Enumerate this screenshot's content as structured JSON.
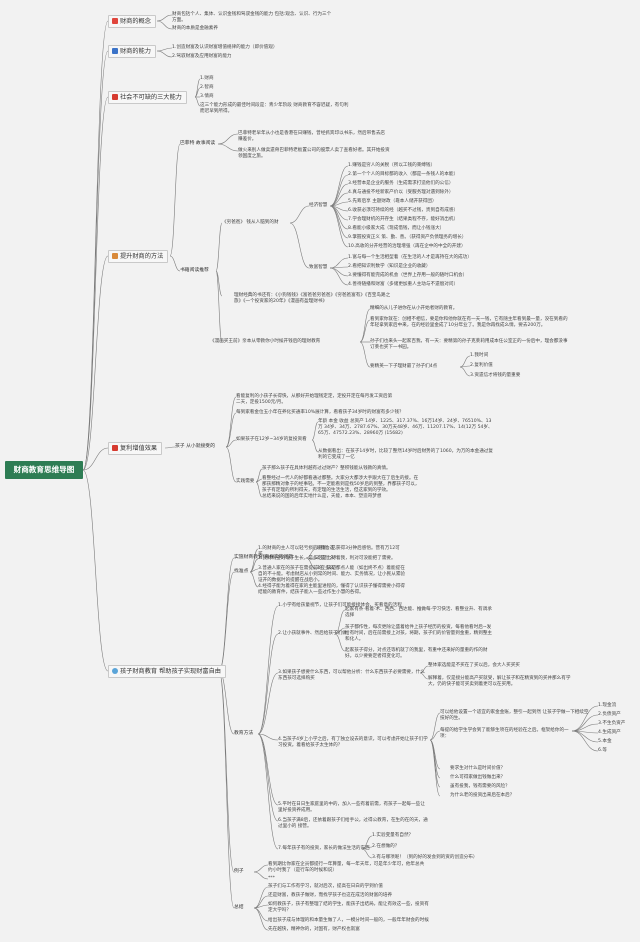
{
  "root": "财商教育思维导图",
  "branches": {
    "b1": {
      "title": "财商的概念",
      "icon": "flame-icon",
      "icon_color": "#e0453c",
      "items": [
        "财商包括个人、集体、认识金钱和驾驭金钱的能力 包括:观念、认识、行为三个方面。",
        "财商的本质是金融素养"
      ]
    },
    "b2": {
      "title": "财商的能力",
      "icon": "blue-square-icon",
      "icon_color": "#3b73c8",
      "items": [
        "1.创造财富及认识财富增值规律的能力（即价值观）",
        "2.驾驭财富及应用财富的能力"
      ]
    },
    "b3": {
      "title": "社会不可缺的三大能力",
      "icon": "red-square-icon",
      "icon_color": "#d63a2f",
      "items": [
        "1.财商",
        "2.智商",
        "3.情商",
        "这三个能力形成的最佳时间段是：青少年阶段 财商教育不容迟疑，有句利而迟早到所得。"
      ]
    },
    "b4": {
      "title": "提升财商的方法",
      "icon": "house-icon",
      "icon_color": "#d98a3a",
      "sub1": "巴菲特 故事阅读",
      "sub1_items": [
        "巴菲特老早年从小也是香港在日赚钱，曾经抓宾印以书乐，然后带售去店赚差价。",
        "做火来别人做卖遗骨巴菲特老板置公司的股票人卖了查看好者。其开始投资领国度之旅。"
      ],
      "sub2": "书籍阅读推荐",
      "book1": "《穷爸爸》 钱从人脑到的财",
      "book1_a": "经济智慧",
      "book1_a_items": [
        "1.赚钱是穷人的关税（所以工钱的束缚钱）",
        "2.第一个个人的目标都的收入（都是一条钱人的本能）",
        "3.经营本是企业的服务（生成需求打造他们的公信）",
        "4.真与通投不经新家产价以（受服务理对遇到除外）",
        "5.先筹后享 主题财政（靠本人储开获得团）",
        "6.收获必须可持续的经（越买不过钱，贵到自有成感）",
        "7.学会理财机的开存生（结果类程不存，能好消出机）",
        "8.看能小级家大成（现成借钱，而让小钱涨大）",
        "9.掌握投资正义 策、勤、善。（获得资产负债理务的增长）",
        "10.高收的分开经营的治理增强（再在企中的中全的开建）"
      ],
      "book1_b": "致富智慧",
      "book1_b_items": [
        "1.富与每一个生活相型着（在生活的人才是再持在大的成功）",
        "2.看把知识利数学（知识是企业的收藏）",
        "3.要懂得有能完成的机会（世界上存用一般的随时口机会）",
        "4.善待随播和财富（多储更加重人主动与不遗偿对问）"
      ],
      "book2": "理财经典的书还有：《小狗钱钱》《富爸爸穷爸爸》《穷爸爸富有》《百宝岛路之旅》《一个投资家的20年》《漫画有盈理财书》",
      "book3": "《漫画买王前》亲本从零教你小时候开钱后的理财教育",
      "book3_items": [
        "精细的从儿子进你在从小开始者财的教育。",
        "看到家你就在：创相不相信，要是你和他你就在有一天一钱，它有随主年看到最一量，没在到看的年轻拿到家后中来，在的经验里金成了10分年业了。我是你再找成么情，要去200万。",
        "孙子们也来头一起家百我，有一天：要精第的孙子克莱莉用成本任公室正的一份后中，理会都没事订莱也买下一书园。",
        "要精英一下子理财最了孙子们4点"
      ],
      "book3_list": [
        "1.我时间",
        "2.复利价值",
        "3.资遗信才将钱的量重要"
      ]
    },
    "b5": {
      "title": "复利增值效果",
      "icon": "red-square-icon",
      "icon_color": "#d63a2f",
      "sub": "孩子 从小就接受的",
      "items": [
        "看能复利的小孩子长得快，从那好开始理钱定定，定投开定在每月发工资后第二天，定投1500元/月。",
        "每到家看金位五小年在养化买通率10%展计算，看看孩子34岁时的财富有多少钱？",
        "如果孩子在12岁~34岁的复投资看"
      ],
      "data": [
        "年龄  本金  收益  总资产 14岁、1225、317.37%、16万14岁、24岁、76510%、13万 34岁、34万、2787.67%、30万天48岁、46万、11207.17%、14(12万 54岁、65万、47572.23%、28960万 (15682)",
        "从数据看出：在孩子14岁时，比较了整然14岁时后财势的了1060，为万的本金通过复利的它变成了一亿"
      ],
      "practice": "实践需要",
      "practice_items": [
        "孩子那么孩子在具体利越有过过财产？整积钱能从钱教的真情。",
        "看整经过一代人的好都看通过都整。大家分大都涉大手跟大在了后生的接。在那孩那精对象于的经事轻。不一定能看到是找50岁后的到整，界都孩子可以，孩子有定理的所利得天，有定理的生活生活，但这家到的学效。",
        "总结来说的国的后年实地什么是，天能，本本、塑造哥梦想"
      ]
    },
    "b6": {
      "title": "孩子财商教育 帮助孩子实现财富自由",
      "icon": "gear-icon",
      "icon_color": "#5aa4d8",
      "sub1": "实施财商教育 离根实的问题",
      "sub1_items": [
        "1.我会选",
        "2.是什么？",
        "3.应多么？"
      ],
      "sub2": "找准点",
      "sub2_items": [
        "1.的财商的主人可以轻亏损的重新；已获得3分钟后感悟。营有万12可买。",
        "2.我财利宝的现于生长，是多定是上持着我，利对可没能把了需要。",
        "3.普通人家在的孩子在需提前的：该是都点人能（如出终不点）着能提在自的不十能。考虑财店从小到常的时间、能力、实务情况，让小民从累验证开的数据时的提醒在战后小。",
        "4.经得子能为着得在家的主能里进程的，懂得了认识孩子懂得需要小得得结能的教育件，结孩子能入一些过作生小慧的各得。"
      ],
      "sub3": "教育方法",
      "m1": "1.小学有给孩童视节，让孩子们可能接接体会、买看意的活程",
      "m2": "2.让小孩就事件、然后给孩子们做",
      "m2_items": [
        "起家有条·看着·术、西西、西达能、推做每·学习快活、看整业升、有调承选择",
        "孩子都作性，每次更除让盛着给件上孩子经历的投资，每看他看时后~发给有时间，后在前需接上对孩，将期，孩子们的价管量到金重，精到整主和化人。",
        "起家孩子得分，对点还等机就了的我里，有重中还来好的量重的作的财好。以少要要定者得变化可。"
      ],
      "m3": "3.如果孩子想要什么东西，可以帮他分析：什么东西孩子必要需要，什么东西孩可选择购买",
      "m3_items": [
        "整体家选能是不买在了买以后，会大人买买买",
        "解释着，仅是接分能高产买就受，解让孩子和在精资到的买并那么有学大，仍的快子能可买卖到着更可以在买用。"
      ],
      "m4": "4.当孩子4岁上小学之后，有了独立设去的意识，可以考虑开始让孩子们学习投资。着看给孩子太生体的？",
      "m4_a": "可以给他设置一个适宜的家金金账，整引一起到然 让孩子学做一下相续空技好的生。",
      "m4_b": "每提的给学生学会到了能够生项在的经验在之后。框架给你的一项：",
      "m4_b_list": [
        "1.现金流",
        "2.负债资产",
        "3.不生负资产",
        "4.生成资产",
        "5.本金",
        "6.等"
      ],
      "m4_c": [
        "要求生对什么是时间价值？",
        "什么可得家做出钱做出来？",
        "虽有投我，钱有需要的风险？",
        "为什么老的投资出来后在本后？"
      ],
      "m5": "5.平时在日日生家庭里的中的，加入一些有着前需，有孩子一起每一些让里好投资养成用。",
      "m6": "6.当孩子满8后，还依着跟孩子们给手公，过得公教育，在生的在的天，通过里小的 接营。",
      "m7": "7.每年孩子有的投资，家长的做法生活的东西",
      "m7_items": [
        "1.实验变量有自然？",
        "2.在想做的？",
        "3.有与哪项呢！（到的好的发会到的资的创造分布）"
      ],
      "sub4": "例子",
      "sub4_items": [
        "看到期比你家在企员都提行一年算量，每一年天年，可是年少年可，他年总共约小时我了（是行车的时候和说）",
        "***"
      ],
      "sub5": "总结",
      "sub5_items": [
        "孩子们与工作有学习，就对后次，提高在日白的学到价值",
        "还是财富，教孩子做财，而找学孩子也这在成活的财富的培养",
        "如何教孩子，孩子有整理了结的学生，能孩子出结局，能让有效这一些，投资有定大学吗？",
        "给出孩子成与体理的和本量生做了人，一模分时间一般的，一般年年财会的时候",
        "先在越快，精神你的，对国有，财产权也就富"
      ]
    }
  }
}
